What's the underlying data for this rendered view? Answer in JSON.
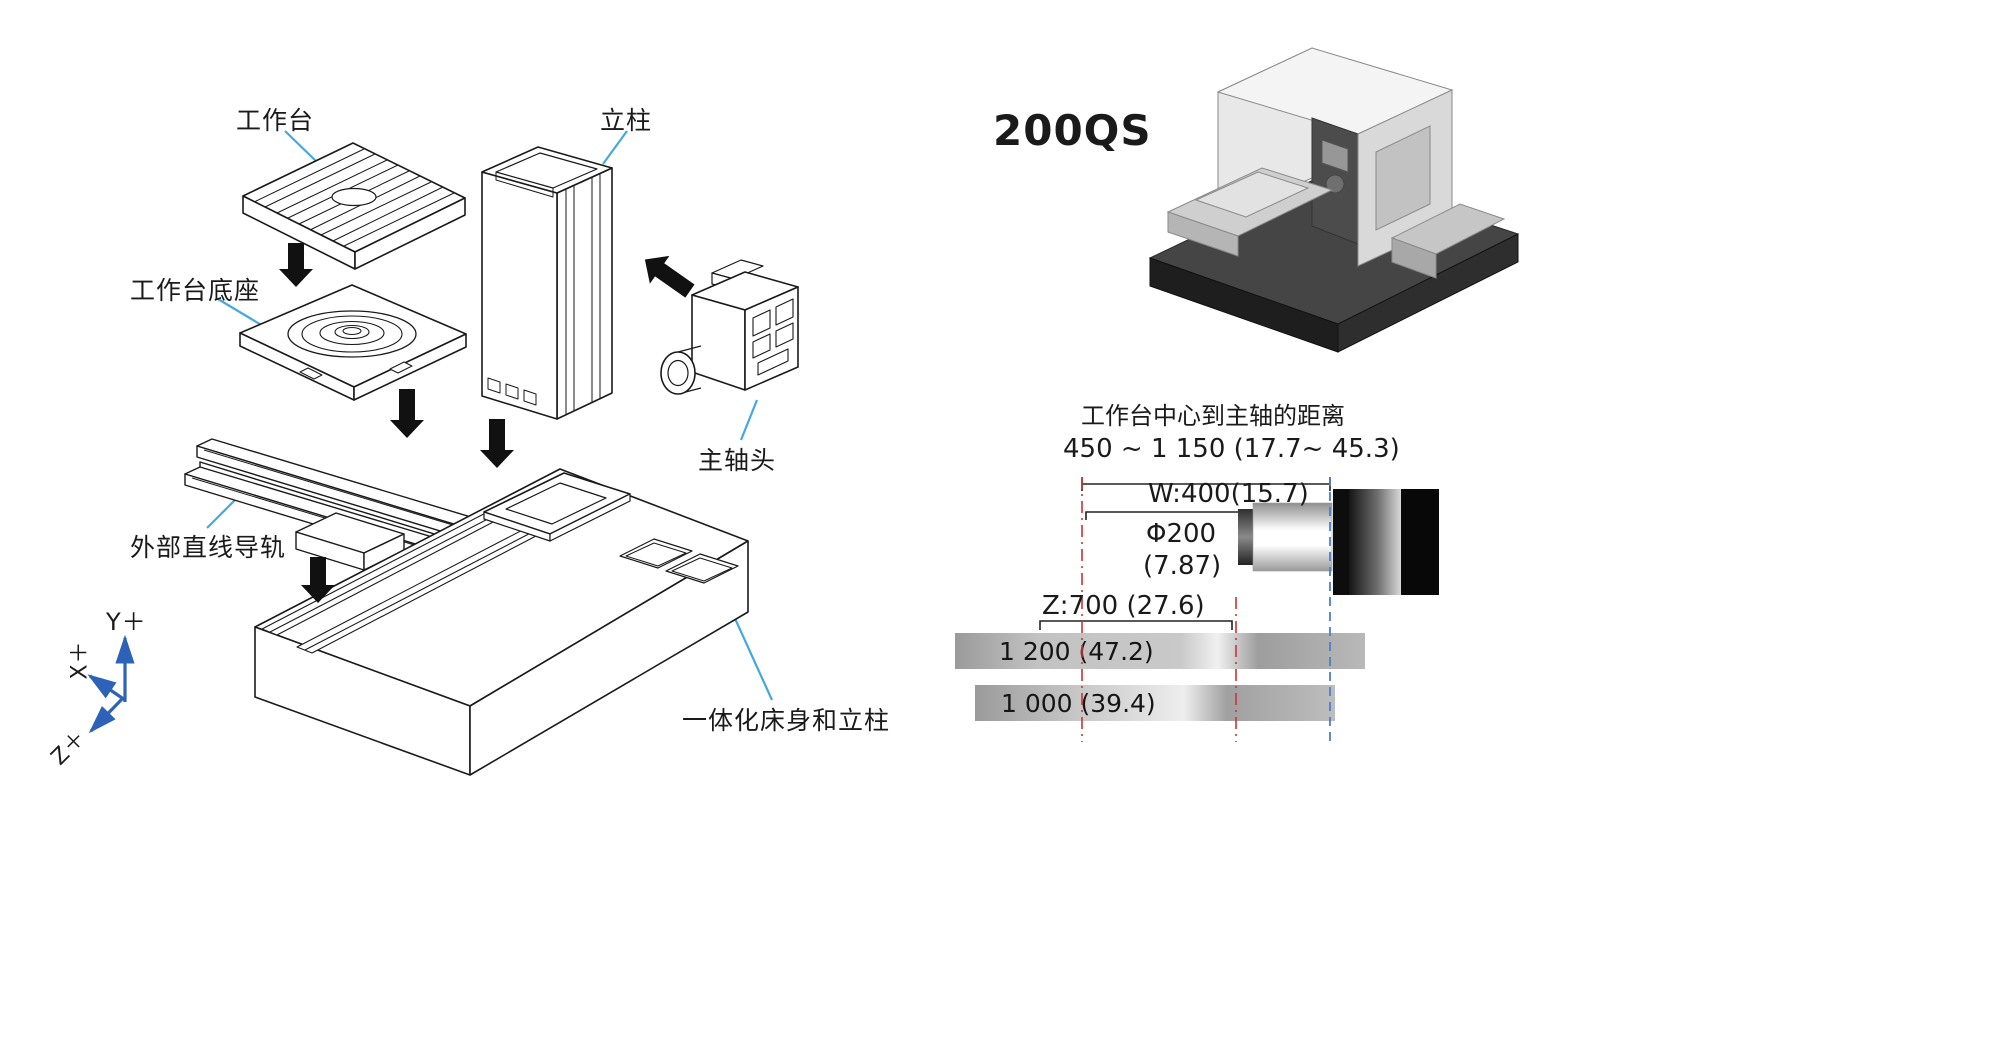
{
  "model_label": "200QS",
  "exploded_view": {
    "labels": {
      "worktable": "工作台",
      "column": "立柱",
      "worktable_base": "工作台底座",
      "spindle_head": "主轴头",
      "linear_guide": "外部直线导轨",
      "bed_column": "一体化床身和立柱"
    },
    "axes": {
      "y": "Y＋",
      "x": "X＋",
      "z": "Z＋"
    }
  },
  "dimension_diagram": {
    "title": "工作台中心到主轴的距离",
    "spindle_distance_range": "450 ~ 1 150 (17.7~ 45.3)",
    "w_axis": "W:400(15.7)",
    "spindle_diameter": "Φ200",
    "spindle_diameter_inch": "(7.87)",
    "z_axis": "Z:700 (27.6)",
    "pallet_bar_1": "1 200 (47.2)",
    "pallet_bar_2": "1 000 (39.4)"
  },
  "colors": {
    "leader_line_blue": "#45a8dc",
    "axis_arrow_blue": "#2d62b8",
    "centerline_red": "#cc3333",
    "centerline_blue": "#4a7fc9",
    "line_art": "#1a1a1a"
  }
}
